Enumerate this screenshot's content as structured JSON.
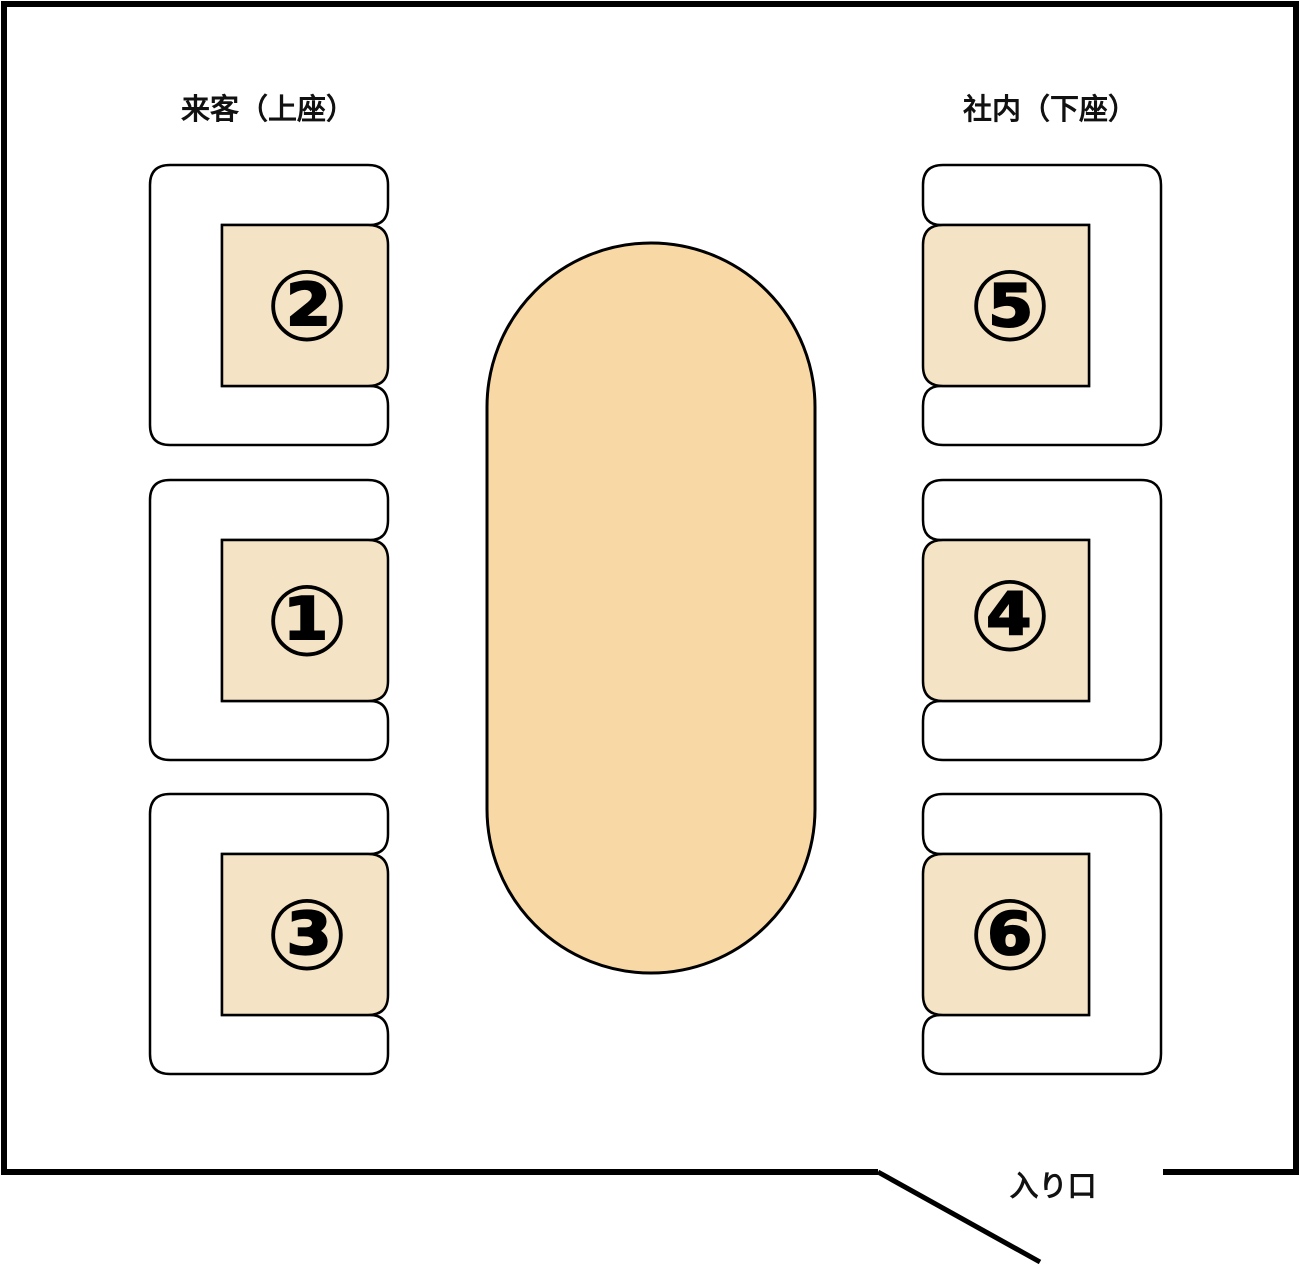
{
  "labels": {
    "guest_side": "来客（上座）",
    "host_side": "社内（下座）",
    "entrance": "入り口"
  },
  "seats": {
    "left": [
      "②",
      "①",
      "③"
    ],
    "right": [
      "⑤",
      "④",
      "⑥"
    ]
  },
  "colors": {
    "table": "#f8d9a5",
    "seat": "#f4e3c4",
    "line": "#000000"
  }
}
